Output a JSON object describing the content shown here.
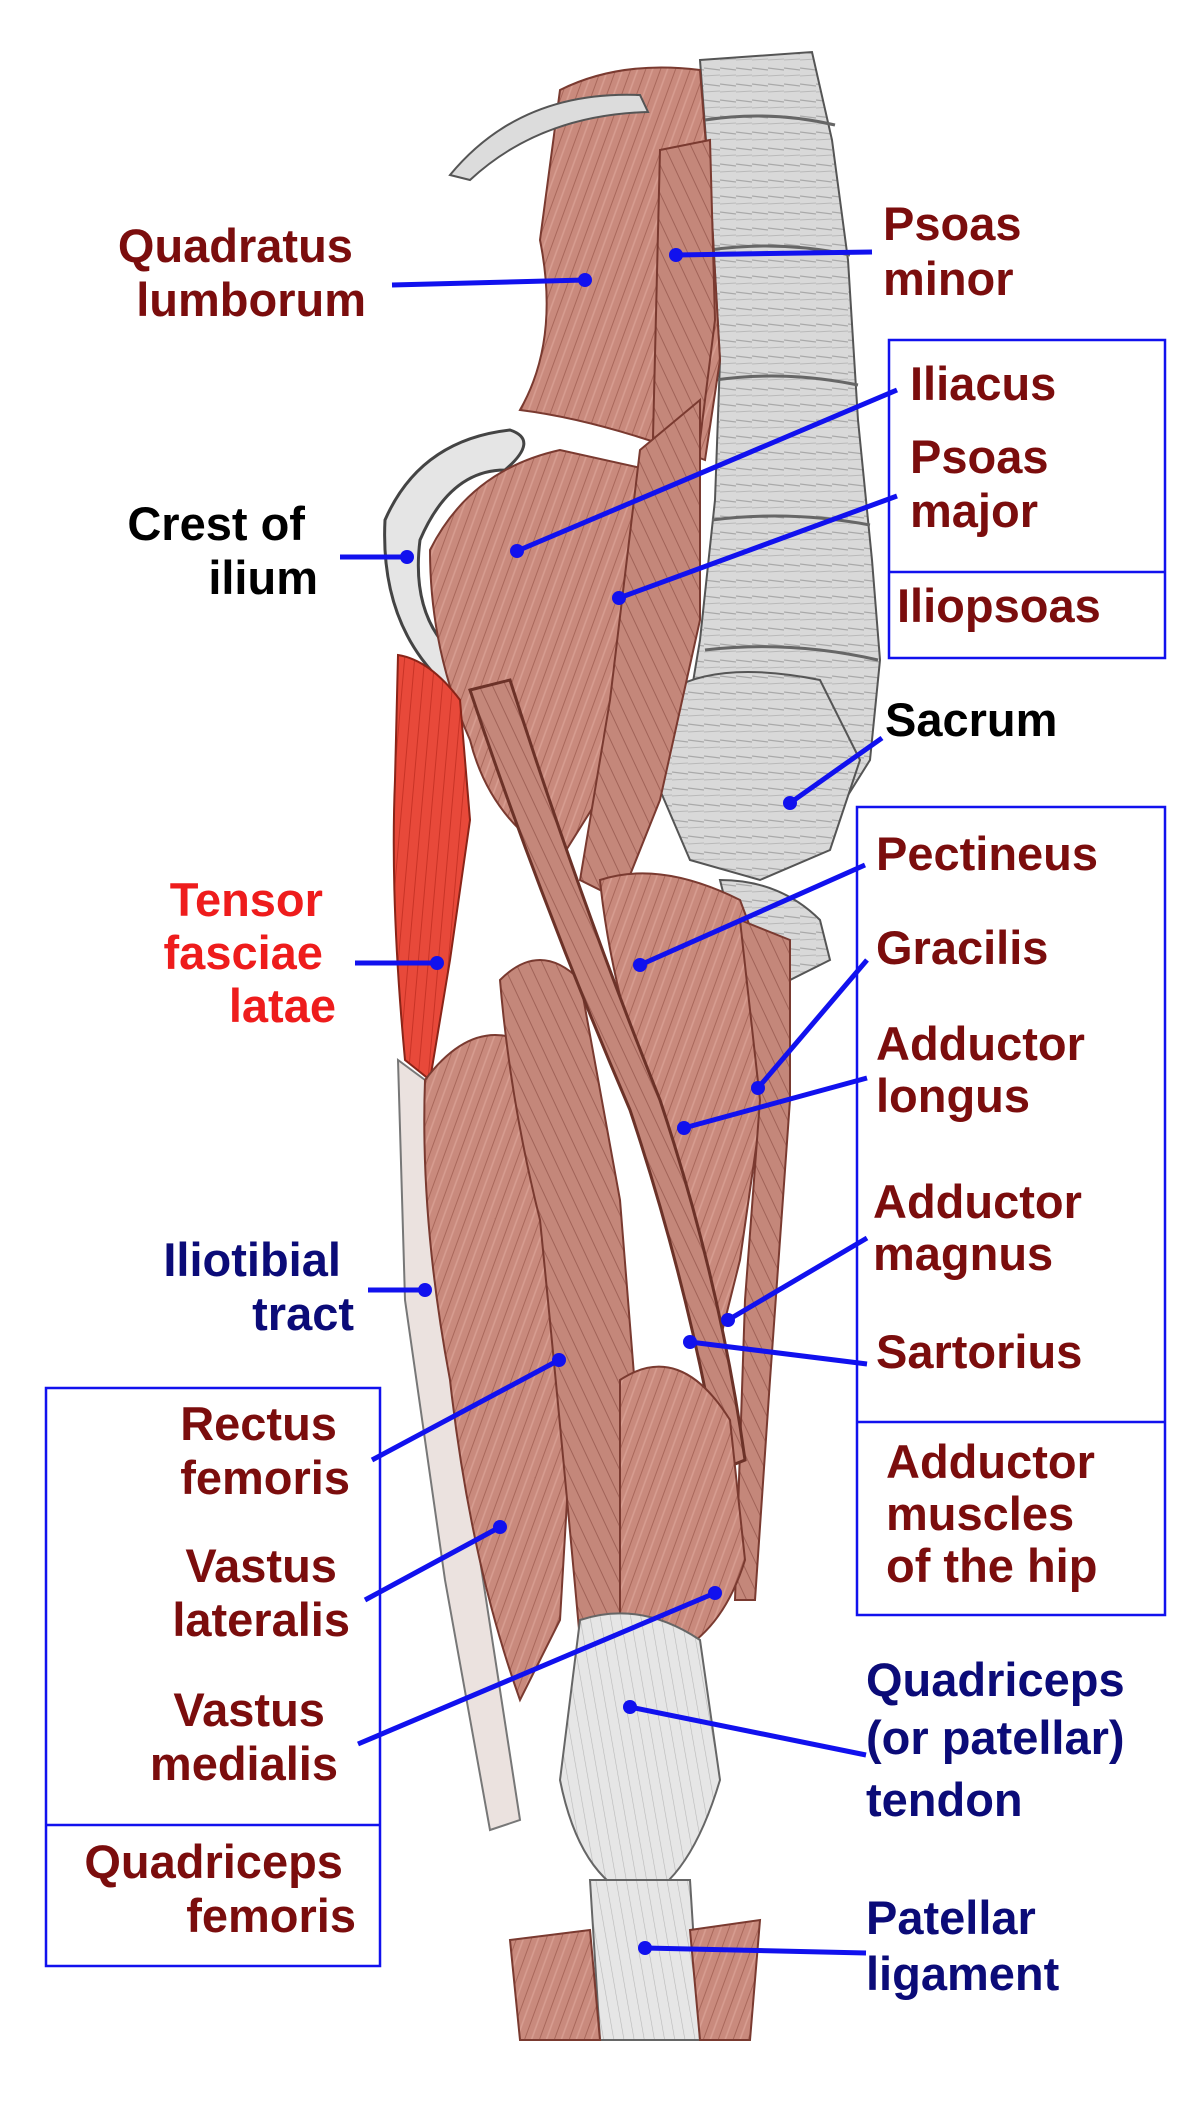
{
  "labels": {
    "quadratus_lumborum": [
      "Quadratus",
      "lumborum"
    ],
    "crest_of_ilium": [
      "Crest of",
      "ilium"
    ],
    "tensor_fasciae_latae": [
      "Tensor",
      "fasciae",
      "latae"
    ],
    "iliotibial_tract": [
      "Iliotibial",
      "tract"
    ],
    "rectus_femoris": [
      "Rectus",
      "femoris"
    ],
    "vastus_lateralis": [
      "Vastus",
      "lateralis"
    ],
    "vastus_medialis": [
      "Vastus",
      "medialis"
    ],
    "quadriceps_femoris": [
      "Quadriceps",
      "femoris"
    ],
    "psoas_minor": [
      "Psoas",
      "minor"
    ],
    "iliacus": [
      "Iliacus"
    ],
    "psoas_major": [
      "Psoas",
      "major"
    ],
    "iliopsoas": [
      "Iliopsoas"
    ],
    "sacrum": [
      "Sacrum"
    ],
    "pectineus": [
      "Pectineus"
    ],
    "gracilis": [
      "Gracilis"
    ],
    "adductor_longus": [
      "Adductor",
      "longus"
    ],
    "adductor_magnus": [
      "Adductor",
      "magnus"
    ],
    "sartorius": [
      "Sartorius"
    ],
    "adductor_muscles_of_the_hip": [
      "Adductor",
      "muscles",
      "of the hip"
    ],
    "quadriceps_tendon": [
      "Quadriceps",
      "(or patellar)",
      "tendon"
    ],
    "patellar_ligament": [
      "Patellar",
      "ligament"
    ]
  },
  "colors": {
    "muscle": "#c98a7d",
    "muscle_dark": "#8e4b40",
    "tensor": "#e8493a",
    "bone": "#d8d8d8",
    "tendon": "#e3e3e3",
    "leader": "#1111ee",
    "label_maroon": "#7b0d0d",
    "label_red": "#ee1c1c",
    "label_black": "#000000",
    "label_navy": "#0b0b78"
  }
}
